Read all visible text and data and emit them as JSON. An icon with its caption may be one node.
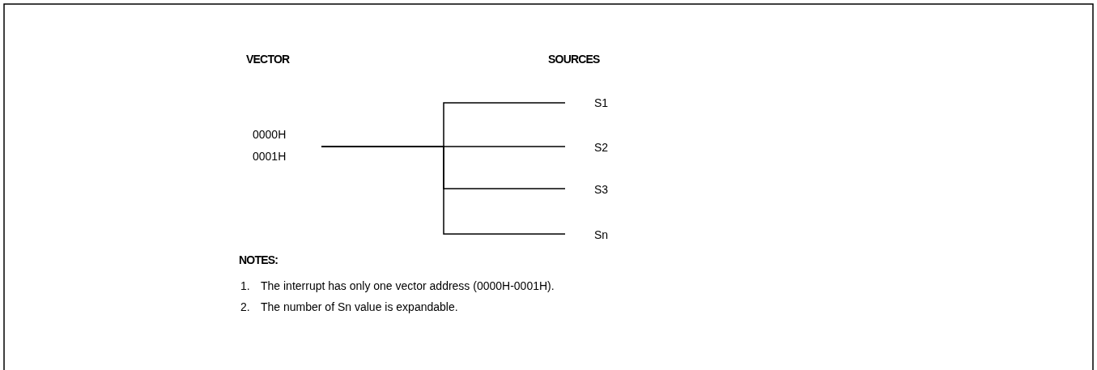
{
  "diagram": {
    "nodes": [
      {
        "text": [
          "0000H",
          "0001H"
        ]
      },
      {
        "text": [
          "S1"
        ]
      },
      {
        "text": [
          "S2"
        ]
      },
      {
        "text": [
          "S3"
        ]
      },
      {
        "text": [
          "Sn"
        ]
      }
    ],
    "edges": [
      {
        "from": 0,
        "to": 1,
        "arrow": "none"
      },
      {
        "from": 0,
        "to": 2,
        "arrow": "none"
      },
      {
        "from": 0,
        "to": 3,
        "arrow": "none"
      },
      {
        "from": 0,
        "to": 4,
        "arrow": "none"
      }
    ],
    "labels": [
      "VECTOR",
      "SOURCES",
      "NOTES:",
      "1.",
      "The interrupt has only one vector address (0000H-0001H).",
      "2.",
      "The number of Sn value is expandable."
    ]
  }
}
